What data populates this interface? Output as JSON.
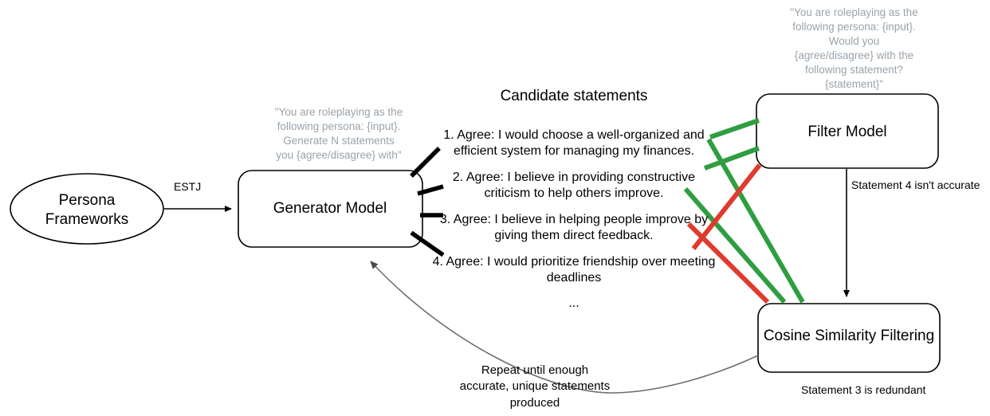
{
  "diagram": {
    "title": "Persona statement generation and filtering pipeline",
    "colors": {
      "accept_green": "#2E9E40",
      "reject_red": "#E03A2F",
      "prompt_gray": "#9aa3ab",
      "feedback_gray": "#6e6e6e",
      "node_stroke": "#000000",
      "background": "#ffffff"
    },
    "nodes": {
      "persona_frameworks": {
        "label": "Persona\nFrameworks",
        "line1": "Persona",
        "line2": "Frameworks",
        "shape": "ellipse"
      },
      "generator_model": {
        "label": "Generator Model",
        "shape": "rounded-rect"
      },
      "filter_model": {
        "label": "Filter Model",
        "shape": "rounded-rect"
      },
      "cosine_similarity": {
        "label": "Cosine Similarity Filtering",
        "shape": "rounded-rect"
      }
    },
    "edge_labels": {
      "persona_to_generator": "ESTJ",
      "filter_to_cosine": "Statement 4 isn't accurate",
      "cosine_caption": "Statement 3 is redundant",
      "feedback_loop": "Repeat until enough\naccurate, unique statements\nproduced"
    },
    "prompts": {
      "generator_prompt": "\"You are roleplaying as the\nfollowing persona: {input}.\nGenerate N statements\nyou {agree/disagree} with\"",
      "filter_prompt": "\"You are roleplaying as the\nfollowing persona: {input}.\nWould you\n{agree/disagree} with the\nfollowing statement?\n{statement}\""
    },
    "statements": {
      "heading": "Candidate statements",
      "items": [
        "1. Agree: I would choose a well-organized and efficient system for managing my finances.",
        "2. Agree: I believe in providing constructive criticism to help others improve.",
        "3. Agree: I believe in helping people improve by giving them direct feedback.",
        "4. Agree: I would prioritize friendship over meeting deadlines"
      ],
      "ellipsis": "..."
    }
  }
}
